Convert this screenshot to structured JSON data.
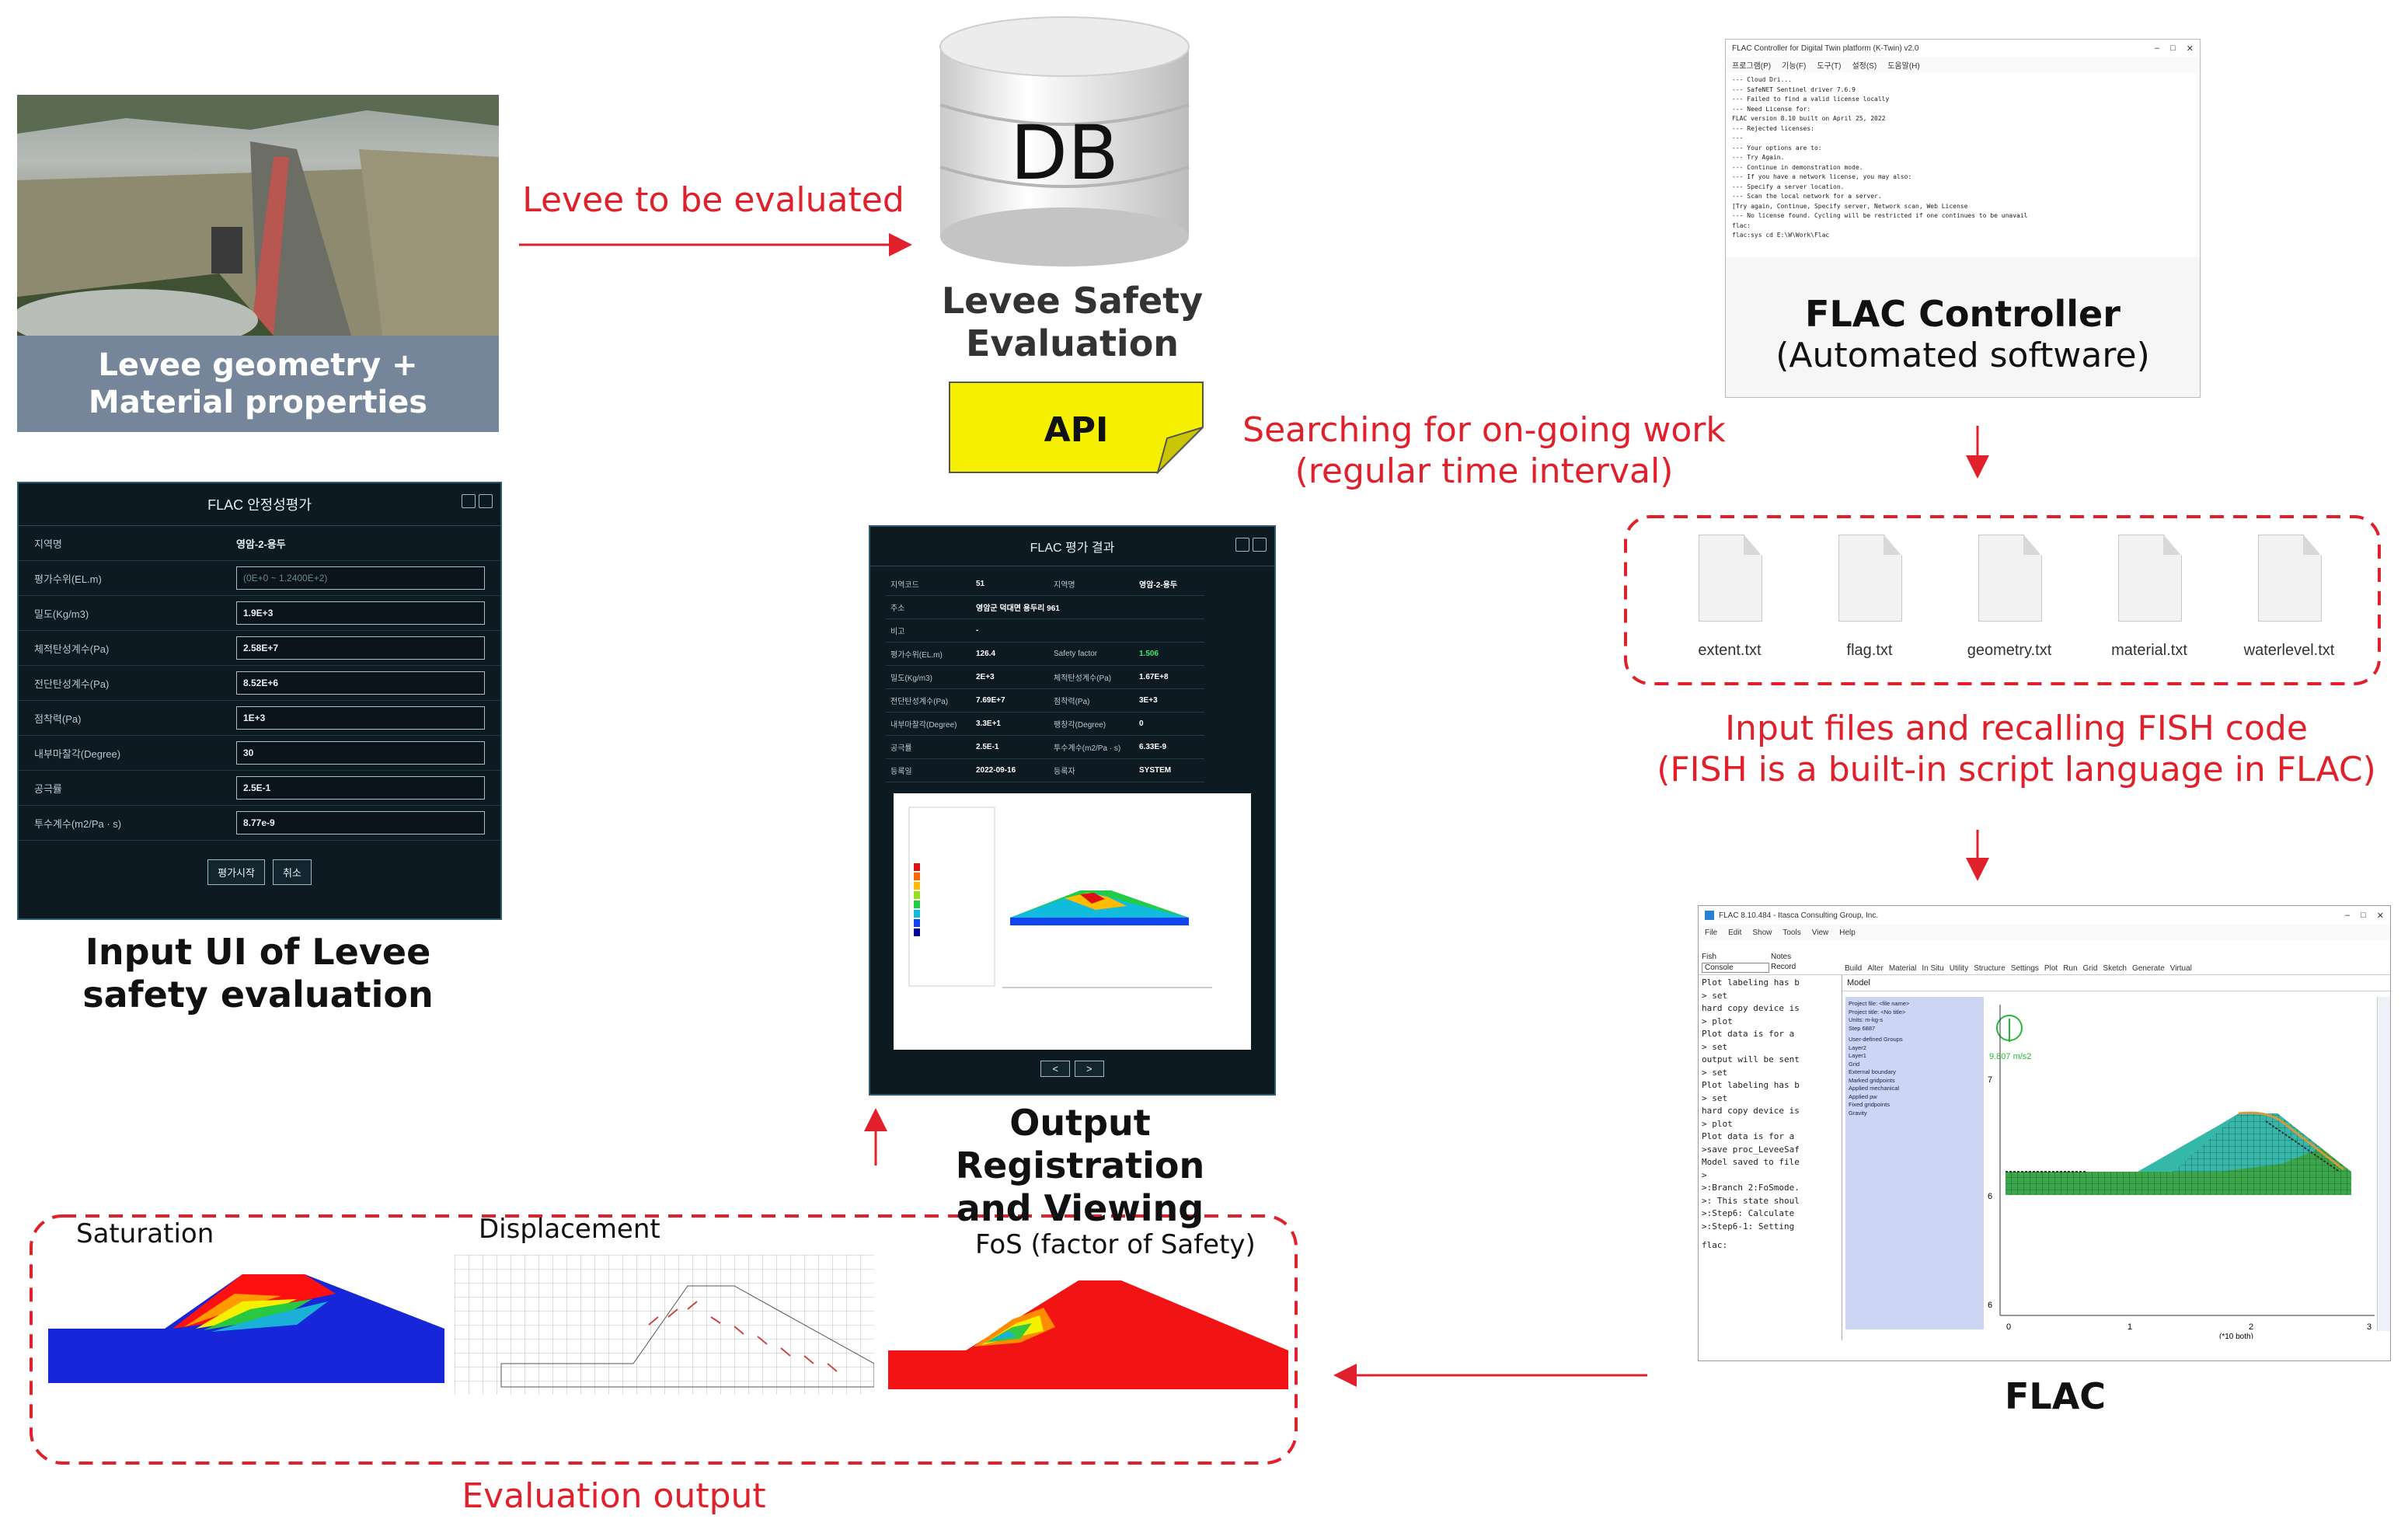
{
  "labels": {
    "photo_caption_1": "Levee geometry +",
    "photo_caption_2": "Material properties",
    "arrow_levee": "Levee to be evaluated",
    "db_text": "DB",
    "db_caption_1": "Levee Safety",
    "db_caption_2": "Evaluation",
    "api": "API",
    "searching_1": "Searching for on-going work",
    "searching_2": "(regular time interval)",
    "flac_controller_1": "FLAC Controller",
    "flac_controller_2": "(Automated software)",
    "input_files_1": "Input files and recalling FISH code",
    "input_files_2": "(FISH is a built-in script language in FLAC)",
    "input_ui_1": "Input UI of Levee",
    "input_ui_2": "safety evaluation",
    "output_reg_1": "Output Registration",
    "output_reg_2": "and Viewing",
    "flac": "FLAC",
    "evaluation_output": "Evaluation output",
    "saturation": "Saturation",
    "displacement": "Displacement",
    "fos": "FoS (factor of Safety)"
  },
  "files": [
    "extent.txt",
    "flag.txt",
    "geometry.txt",
    "material.txt",
    "waterlevel.txt"
  ],
  "input_panel": {
    "title": "FLAC 안정성평가",
    "rows": [
      {
        "k": "지역명",
        "v": "영암-2-용두"
      },
      {
        "k": "평가수위(EL.m)",
        "v": "(0E+0 ~ 1.2400E+2)"
      },
      {
        "k": "밀도(Kg/m3)",
        "v": "1.9E+3"
      },
      {
        "k": "체적탄성계수(Pa)",
        "v": "2.58E+7"
      },
      {
        "k": "전단탄성계수(Pa)",
        "v": "8.52E+6"
      },
      {
        "k": "점착력(Pa)",
        "v": "1E+3"
      },
      {
        "k": "내부마찰각(Degree)",
        "v": "30"
      },
      {
        "k": "공극률",
        "v": "2.5E-1"
      },
      {
        "k": "투수계수(m2/Pa · s)",
        "v": "8.77e-9"
      }
    ],
    "btn_start": "평가시작",
    "btn_cancel": "취소"
  },
  "result_panel": {
    "title": "FLAC 평가 결과",
    "cells": [
      [
        "지역코드",
        "51",
        "지역명",
        "영암-2-용두"
      ],
      [
        "주소",
        "영암군 덕대면 용두리 961",
        "",
        ""
      ],
      [
        "비고",
        "-",
        "",
        ""
      ],
      [
        "평가수위(EL.m)",
        "126.4",
        "Safety factor",
        "1.506"
      ],
      [
        "밀도(Kg/m3)",
        "2E+3",
        "체적탄성계수(Pa)",
        "1.67E+8"
      ],
      [
        "전단탄성계수(Pa)",
        "7.69E+7",
        "점착력(Pa)",
        "3E+3"
      ],
      [
        "내부마찰각(Degree)",
        "3.3E+1",
        "팽창각(Degree)",
        "0"
      ],
      [
        "공극률",
        "2.5E-1",
        "투수계수(m2/Pa · s)",
        "6.33E-9"
      ],
      [
        "등록일",
        "2022-09-16",
        "등록자",
        "SYSTEM"
      ]
    ]
  },
  "controller_window": {
    "title": "FLAC Controller for Digital Twin platform (K-Twin) v2.0",
    "menu": [
      "프로그램(P)",
      "기능(F)",
      "도구(T)",
      "설정(S)",
      "도움말(H)"
    ],
    "log": [
      "--- Cloud Dri... ",
      "--- SafeNET Sentinel driver 7.6.9",
      "--- Failed to find a valid license locally",
      "--- Need License for:",
      "      FLAC version 8.10 built on April 25, 2022",
      "--- Rejected licenses:",
      "---",
      "--- Your options are to:",
      "---     Try Again.",
      "---     Continue in demonstration mode.",
      "--- If you have a network license, you may also:",
      "---     Specify a server location.",
      "---     Scan the local network for a server.",
      "[Try again, Continue, Specify server, Network scan, Web License",
      "--- No license found.  Cycling will be restricted if one continues to be unavail",
      "flac:",
      "flac:sys cd E:\\W\\Work\\Flac"
    ]
  },
  "flac_window": {
    "title": "FLAC 8.10.484 - Itasca Consulting Group, Inc.",
    "menu": [
      "File",
      "Edit",
      "Show",
      "Tools",
      "View",
      "Help"
    ],
    "tabs": [
      "Build",
      "Alter",
      "Material",
      "In Situ",
      "Utility",
      "Structure",
      "Settings",
      "Plot",
      "Run",
      "Grid",
      "Sketch",
      "Generate",
      "Virtual"
    ],
    "left_tabs": [
      "Fish",
      "Notes",
      "Console",
      "Record"
    ],
    "model_label": "Model",
    "console": [
      "Plot labeling has b",
      ">          set",
      "hard copy device is",
      ">          plot",
      "Plot data is for a",
      ">          set",
      "output will be sent",
      ">          set",
      "Plot labeling has b",
      ">          set",
      "hard copy device is",
      ">          plot",
      "Plot data is for a",
      ">save proc_LeveeSaf",
      "Model saved to file",
      ">",
      ">:Branch 2:FoSmode.",
      ">: This state shoul",
      ">:Step6: Calculate",
      ">:Step6-1: Setting"
    ],
    "prompt": "flac:",
    "legend": [
      "Project file: <file name>",
      "Project title: <No title>",
      "Units: m-kg-s",
      "Step 6887",
      "User-defined Groups",
      "Layer2",
      "Layer1",
      "Grid",
      "External boundary",
      "Marked gridpoints",
      "Applied mechanical",
      "Applied pw",
      "Fixed gridpoints",
      "Gravity"
    ],
    "gravity_readout": "9.807 m/s2",
    "x_ticks": [
      "0",
      "1",
      "2",
      "3"
    ],
    "x_unit": "(*10 both)",
    "y_ticks": [
      "7",
      "6",
      "6"
    ]
  },
  "colors": {
    "red": "#e0202a",
    "api_yellow": "#f5f000",
    "caption_bg": "#75869a"
  }
}
